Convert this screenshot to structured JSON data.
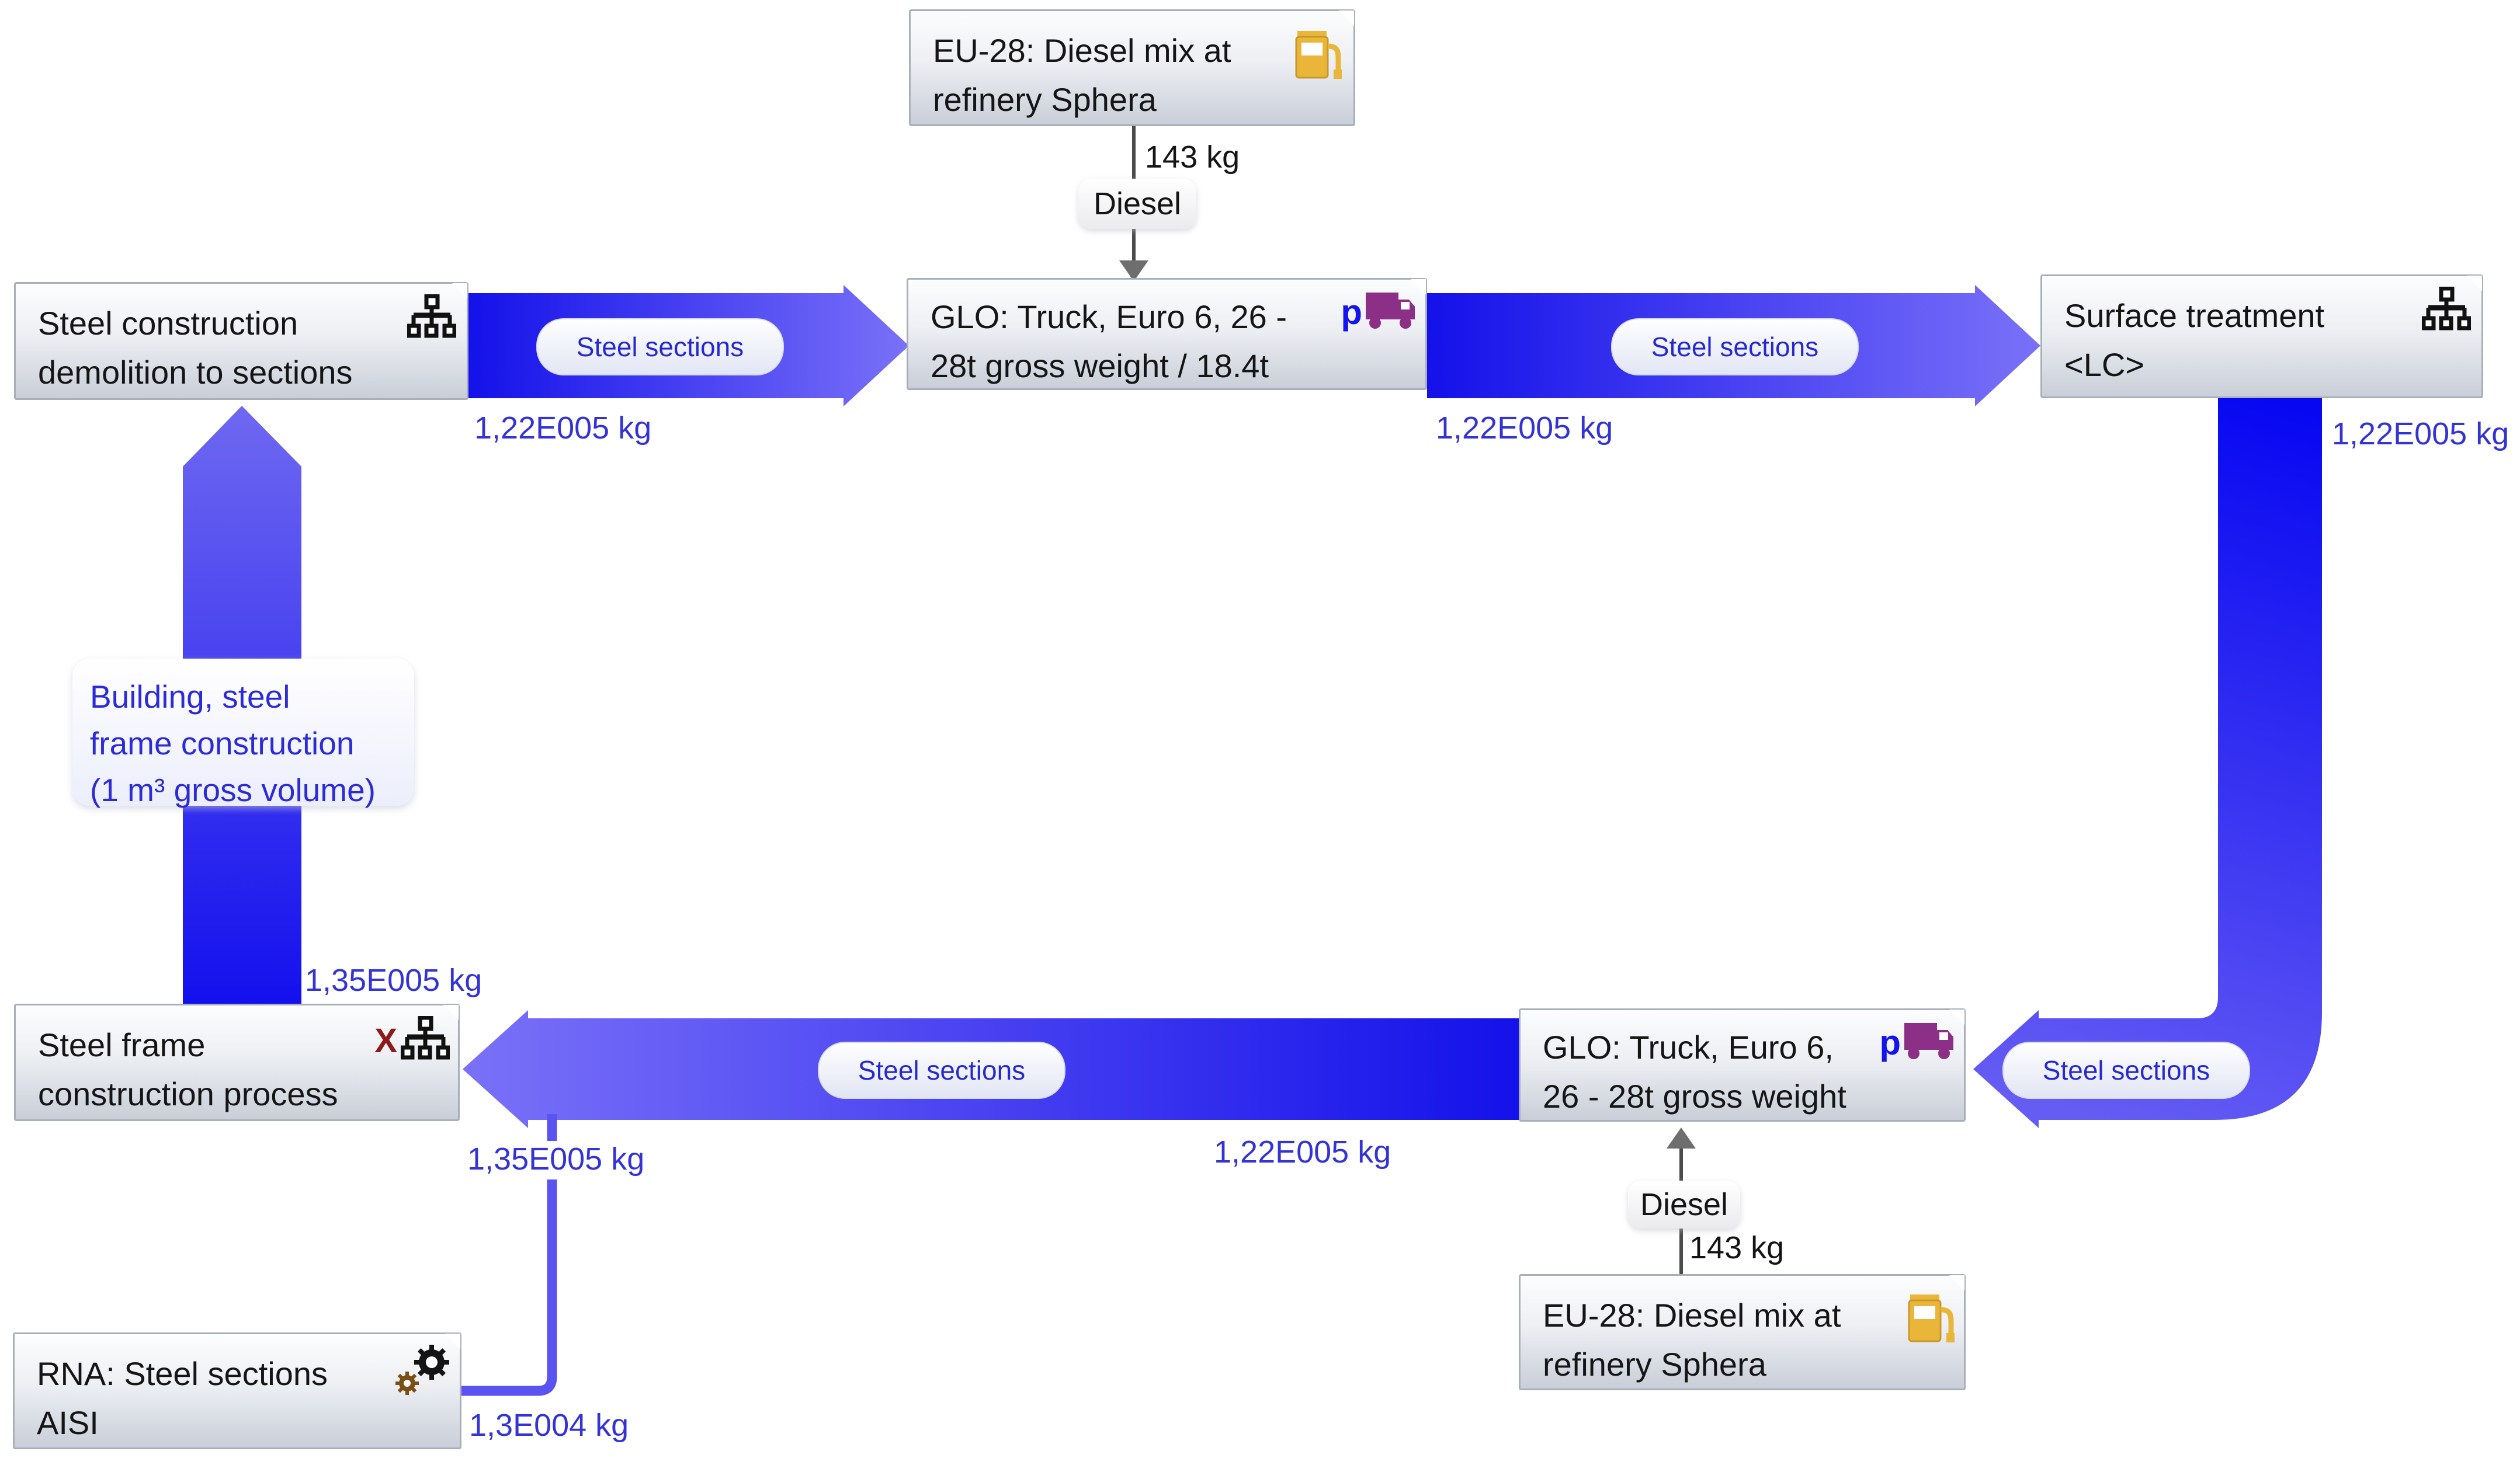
{
  "boxes": {
    "diesel_top": {
      "line1": "EU-28: Diesel mix at",
      "line2": "refinery Sphera",
      "icon": "fuel-pump"
    },
    "demolition": {
      "line1": "Steel construction",
      "line2": "demolition to sections",
      "icon": "plan-hierarchy"
    },
    "truck_top": {
      "line1": "GLO: Truck, Euro 6, 26 -",
      "line2": "28t gross weight / 18.4t",
      "icon": "p-truck"
    },
    "surface_treatment": {
      "line1": "Surface treatment",
      "line2": "<LC>",
      "icon": "plan-hierarchy"
    },
    "truck_bottom": {
      "line1": "GLO: Truck, Euro 6,",
      "line2": "26 - 28t gross weight",
      "icon": "p-truck"
    },
    "frame_construction": {
      "line1": "Steel frame",
      "line2": "construction process",
      "icon": "x-mark-plan-hierarchy"
    },
    "rna_steel": {
      "line1": "RNA: Steel sections",
      "line2": "AISI",
      "icon": "gears"
    },
    "diesel_bottom": {
      "line1": "EU-28: Diesel mix at",
      "line2": "refinery Sphera",
      "icon": "fuel-pump"
    }
  },
  "flows": {
    "steel_sections": "Steel sections",
    "diesel": "Diesel",
    "x_glyph": "X",
    "p_glyph": "p",
    "building": {
      "line1": "Building, steel",
      "line2": "frame construction",
      "line3": "(1 m³ gross volume)"
    },
    "qty_diesel_top": "143 kg",
    "qty_diesel_bottom": "143 kg",
    "qty_arrow_demolition_truck": "1,22E005 kg",
    "qty_arrow_truck_surface": "1,22E005 kg",
    "qty_band_surface_truck": "1,22E005 kg",
    "qty_arrow_truck_frame": "1,22E005 kg",
    "qty_band_frame_demolition": "1,35E005 kg",
    "qty_frame_inflow": "1,35E005 kg",
    "qty_rna_line": "1,3E004 kg"
  },
  "colors": {
    "flow_start_blue": "#1411ea",
    "flow_end_blue": "#7a71f8",
    "band_saturated_blue": "#0707f2",
    "thin_flow_blue": "#5a53f0",
    "quantity_text_blue": "#3333d6",
    "pill_text_blue": "#2629cf",
    "building_text_blue": "#2b2bd8",
    "box_border_gray": "#a9afba",
    "connector_gray": "#4b4b4b",
    "fuel_icon_amber": "#e9b63a",
    "truck_icon_purple": "#8b3086",
    "x_mark_dark_red": "#8b1c1c"
  }
}
